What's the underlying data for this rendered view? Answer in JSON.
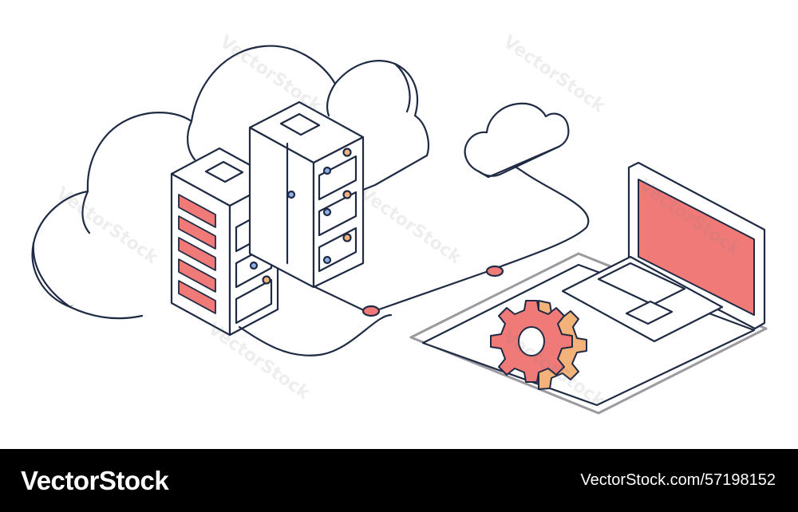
{
  "watermark": "VectorStock",
  "footer": {
    "brand": "VectorStock",
    "image_id": "VectorStock.com/57198152"
  },
  "colors": {
    "line": "#1f2a44",
    "accent": "#f07a78",
    "accent_dark": "#e65f5f",
    "orange": "#f3b27a",
    "blue": "#8fb0e6",
    "laptop_gray": "#9a9aa0"
  },
  "icons": [
    "cloud-icon",
    "server-rack-icon",
    "laptop-icon",
    "gear-icon"
  ]
}
